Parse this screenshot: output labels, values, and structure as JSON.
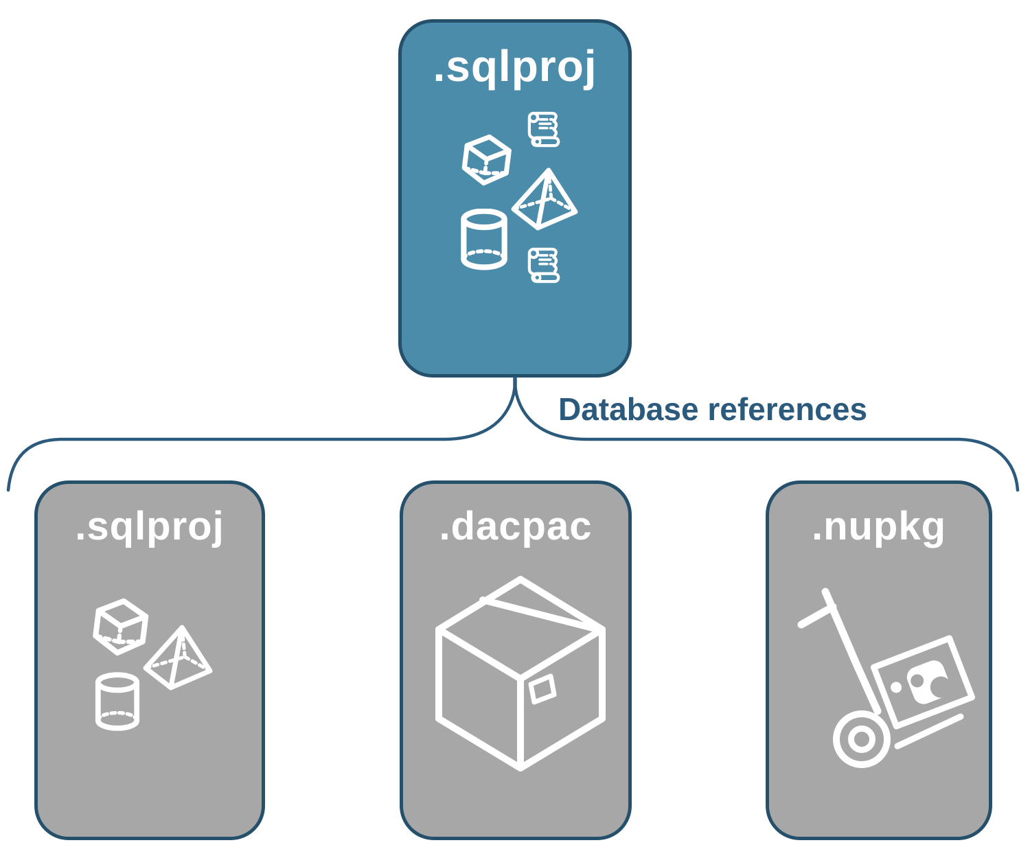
{
  "diagram": {
    "connector": {
      "label": "Database references",
      "style": "curly-brace",
      "color": "#2b5a7d"
    },
    "root": {
      "label": ".sqlproj",
      "fill": "#4b8caa",
      "border": "#24506b",
      "icons": [
        "cube-icon",
        "scroll-icon",
        "pyramid-icon",
        "cylinder-icon",
        "scroll-icon"
      ]
    },
    "children": [
      {
        "label": ".sqlproj",
        "fill": "#a7a7a7",
        "border": "#24506b",
        "icons": [
          "cube-icon",
          "pyramid-icon",
          "cylinder-icon"
        ]
      },
      {
        "label": ".dacpac",
        "fill": "#a7a7a7",
        "border": "#24506b",
        "icons": [
          "package-box-icon"
        ]
      },
      {
        "label": ".nupkg",
        "fill": "#a7a7a7",
        "border": "#24506b",
        "icons": [
          "nuget-handtruck-icon"
        ]
      }
    ],
    "colors": {
      "background": "#ffffff",
      "icon_stroke": "#ffffff",
      "label_text": "#ffffff"
    }
  }
}
